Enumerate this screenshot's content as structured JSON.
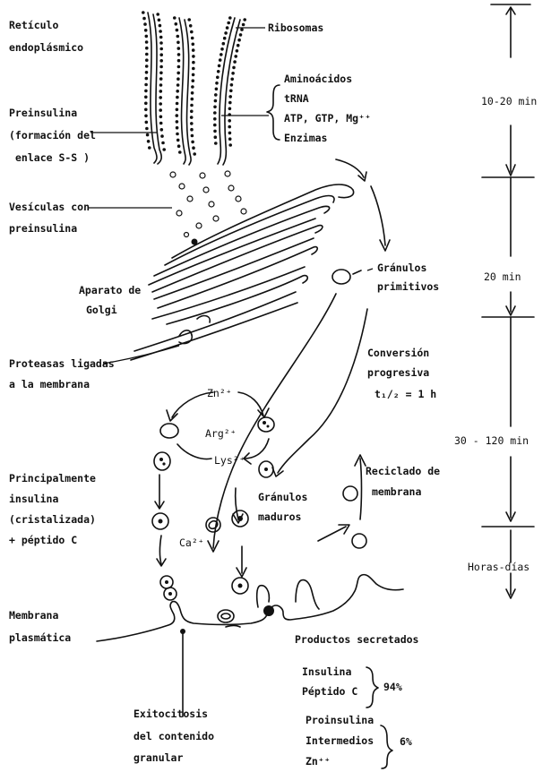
{
  "labels": {
    "reticulo": [
      "Retículo",
      "endoplásmico"
    ],
    "ribosomas": "Ribosomas",
    "aminoacidos": [
      "Aminoácidos",
      "tRNA",
      "ATP, GTP, Mg⁺⁺",
      "Enzimas"
    ],
    "preinsulina": [
      "Preinsulina",
      "(formación del",
      "enlace S-S )"
    ],
    "vesiculas": [
      "Vesículas con",
      "preinsulina"
    ],
    "golgi": [
      "Aparato de",
      "Golgi"
    ],
    "granulos_primitivos": [
      "Gránulos",
      "primitivos"
    ],
    "proteasas": [
      "Proteasas ligadas",
      "a la membrana"
    ],
    "zn": "Zn²⁺",
    "arg": "Arg²⁺",
    "lys": "Lys²⁺",
    "conversion": [
      "Conversión",
      "progresiva",
      "t₁/₂ = 1 h"
    ],
    "principalmente": [
      "Principalmente",
      "insulina",
      "(cristalizada)",
      "+ péptido C"
    ],
    "ca": "Ca²⁺",
    "granulos_maduros": [
      "Gránulos",
      "maduros"
    ],
    "reciclado": [
      "Reciclado de",
      "membrana"
    ],
    "membrana_plasmatica": [
      "Membrana",
      "plasmática"
    ],
    "exocitosis": [
      "Exitocitosis",
      "del contenido",
      "granular"
    ]
  },
  "products": {
    "title": "Productos secretados",
    "group1": [
      "Insulina",
      "Péptido C"
    ],
    "group1_pct": "94%",
    "group2": [
      "Proinsulina",
      "Intermedios",
      "Zn⁺⁺"
    ],
    "group2_pct": "6%"
  },
  "timeline": [
    "10-20 min",
    "20 min",
    "30 - 120 min",
    "Horas-días"
  ]
}
